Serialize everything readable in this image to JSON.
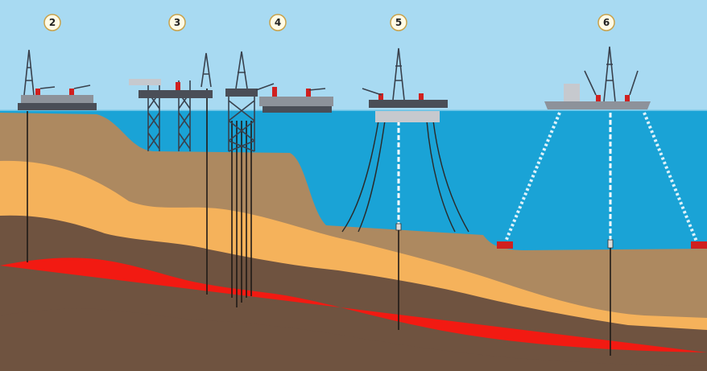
{
  "diagram": {
    "platforms": [
      {
        "id": "2",
        "label": "2"
      },
      {
        "id": "3",
        "label": "3"
      },
      {
        "id": "4",
        "label": "4"
      },
      {
        "id": "5",
        "label": "5"
      },
      {
        "id": "6",
        "label": "6"
      }
    ],
    "colors": {
      "sky": "#a8daf2",
      "sea": "#1aa3d6",
      "seabed": "#ad8960",
      "sand": "#f5b25b",
      "mud": "#6f5340",
      "reservoir": "#f21a12",
      "deep": "#6f5340"
    }
  }
}
